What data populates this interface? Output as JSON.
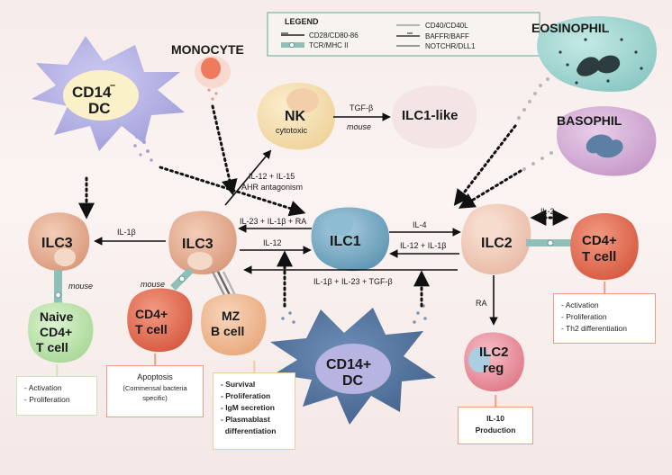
{
  "legend": {
    "title": "LEGEND",
    "items": [
      "CD28/CD80-86",
      "TCR/MHC II",
      "CD40/CD40L",
      "BAFFR/BAFF",
      "NOTCHR/DLL1"
    ]
  },
  "cells": {
    "monocyte": "MONOCYTE",
    "cd14neg_dc_line1": "CD14",
    "cd14neg_dc_sup": "–",
    "cd14neg_dc_line2": "DC",
    "eosinophil": "EOSINOPHIL",
    "basophil": "BASOPHIL",
    "nk": "NK",
    "nk_sub": "cytotoxic",
    "ilc1_like": "ILC1-like",
    "ilc3_left": "ILC3",
    "ilc3_mid": "ILC3",
    "ilc1": "ILC1",
    "ilc2": "ILC2",
    "cd4_right_line1": "CD4+",
    "cd4_right_line2": "T cell",
    "naive_line1": "Naive",
    "naive_line2": "CD4+",
    "naive_line3": "T cell",
    "cd4_mid_line1": "CD4+",
    "cd4_mid_line2": "T cell",
    "mz_line1": "MZ",
    "mz_line2": "B cell",
    "cd14pos_dc_line1": "CD14+",
    "cd14pos_dc_line2": "DC",
    "ilc2reg_line1": "ILC2",
    "ilc2reg_line2": "reg"
  },
  "arrows": {
    "tgfb": "TGF-β",
    "mouse_nk": "mouse",
    "il12_il15": "IL-12 + IL-15",
    "ahr": "AHR antagonism",
    "il1b_left": "IL-1β",
    "il23_il1b_ra": "IL-23 + IL-1β + RA",
    "il12_mid": "IL-12",
    "il1b_il23_tgfb": "IL-1β + IL-23 + TGF-β",
    "il4": "IL-4",
    "il12_il1b": "IL-12 + IL-1β",
    "il2": "IL-2",
    "ra": "RA",
    "mouse_naive": "mouse",
    "mouse_cd4": "mouse"
  },
  "boxes": {
    "naive": [
      "- Activation",
      "- Proliferation"
    ],
    "cd4_mid": [
      "Apoptosis",
      "(Commensal bacteria",
      "specific)"
    ],
    "mz": [
      "- Survival",
      "- Proliferation",
      "- IgM secretion",
      "- Plasmablast",
      "  differentiation"
    ],
    "cd4_right": [
      "- Activation",
      "- Proliferation",
      "- Th2 differentiation"
    ],
    "ilc2reg": [
      "IL-10",
      "Production"
    ]
  },
  "colors": {
    "ilc3": "#e9b49a",
    "ilc1": "#7fb3cc",
    "ilc2": "#f3d3c3",
    "cd4": "#e8735a",
    "naive": "#c6e9b9",
    "mz": "#f3c29e",
    "dc": "#b9b6e6",
    "nk": "#f6e2b7",
    "eosinophil": "#a8dbd7",
    "basophil": "#d8b6da",
    "ilc2reg": "#ee9aa6",
    "box_green": "#c9e6b8",
    "box_red": "#ef9c85",
    "box_orange": "#f5c9a0"
  }
}
